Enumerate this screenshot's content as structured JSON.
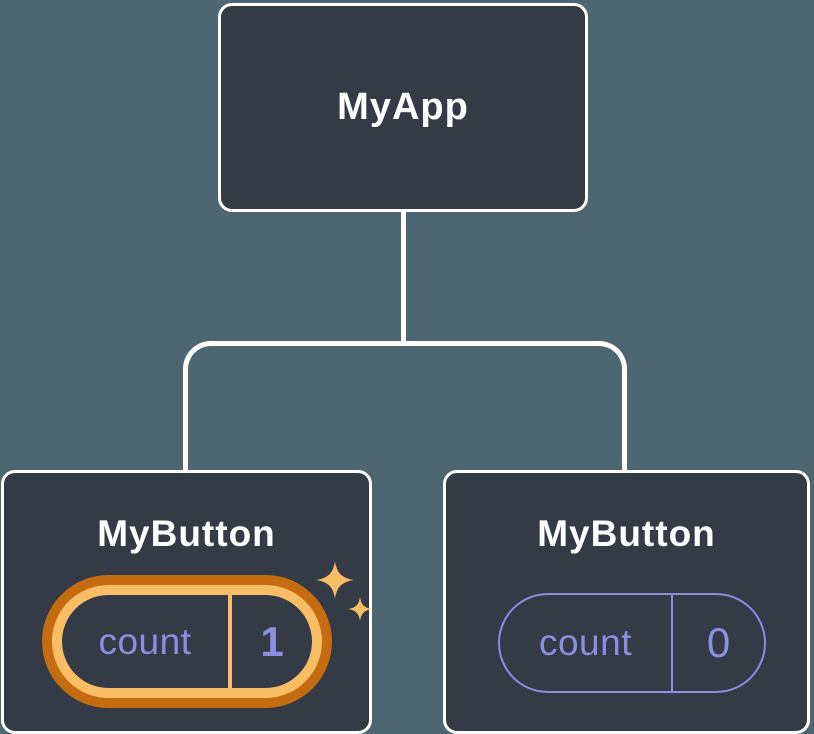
{
  "diagram": {
    "description": "React component tree with state pills",
    "root": {
      "label": "MyApp"
    },
    "children": [
      {
        "label": "MyButton",
        "state": {
          "key": "count",
          "value": "1"
        },
        "highlighted": true
      },
      {
        "label": "MyButton",
        "state": {
          "key": "count",
          "value": "0"
        },
        "highlighted": false
      }
    ]
  },
  "icons": {
    "sparkles": "sparkles-icon"
  },
  "colors": {
    "background": "#4D6671",
    "node_fill": "#343A46",
    "node_border": "#FFFFFF",
    "connector": "#FFFFFF",
    "title_text": "#FFFFFF",
    "state_text": "#8A8FE0",
    "highlight_outer_ring": "#C56C11",
    "highlight_inner_ring": "#F9BD66",
    "sparkle": "#F5BE62"
  }
}
